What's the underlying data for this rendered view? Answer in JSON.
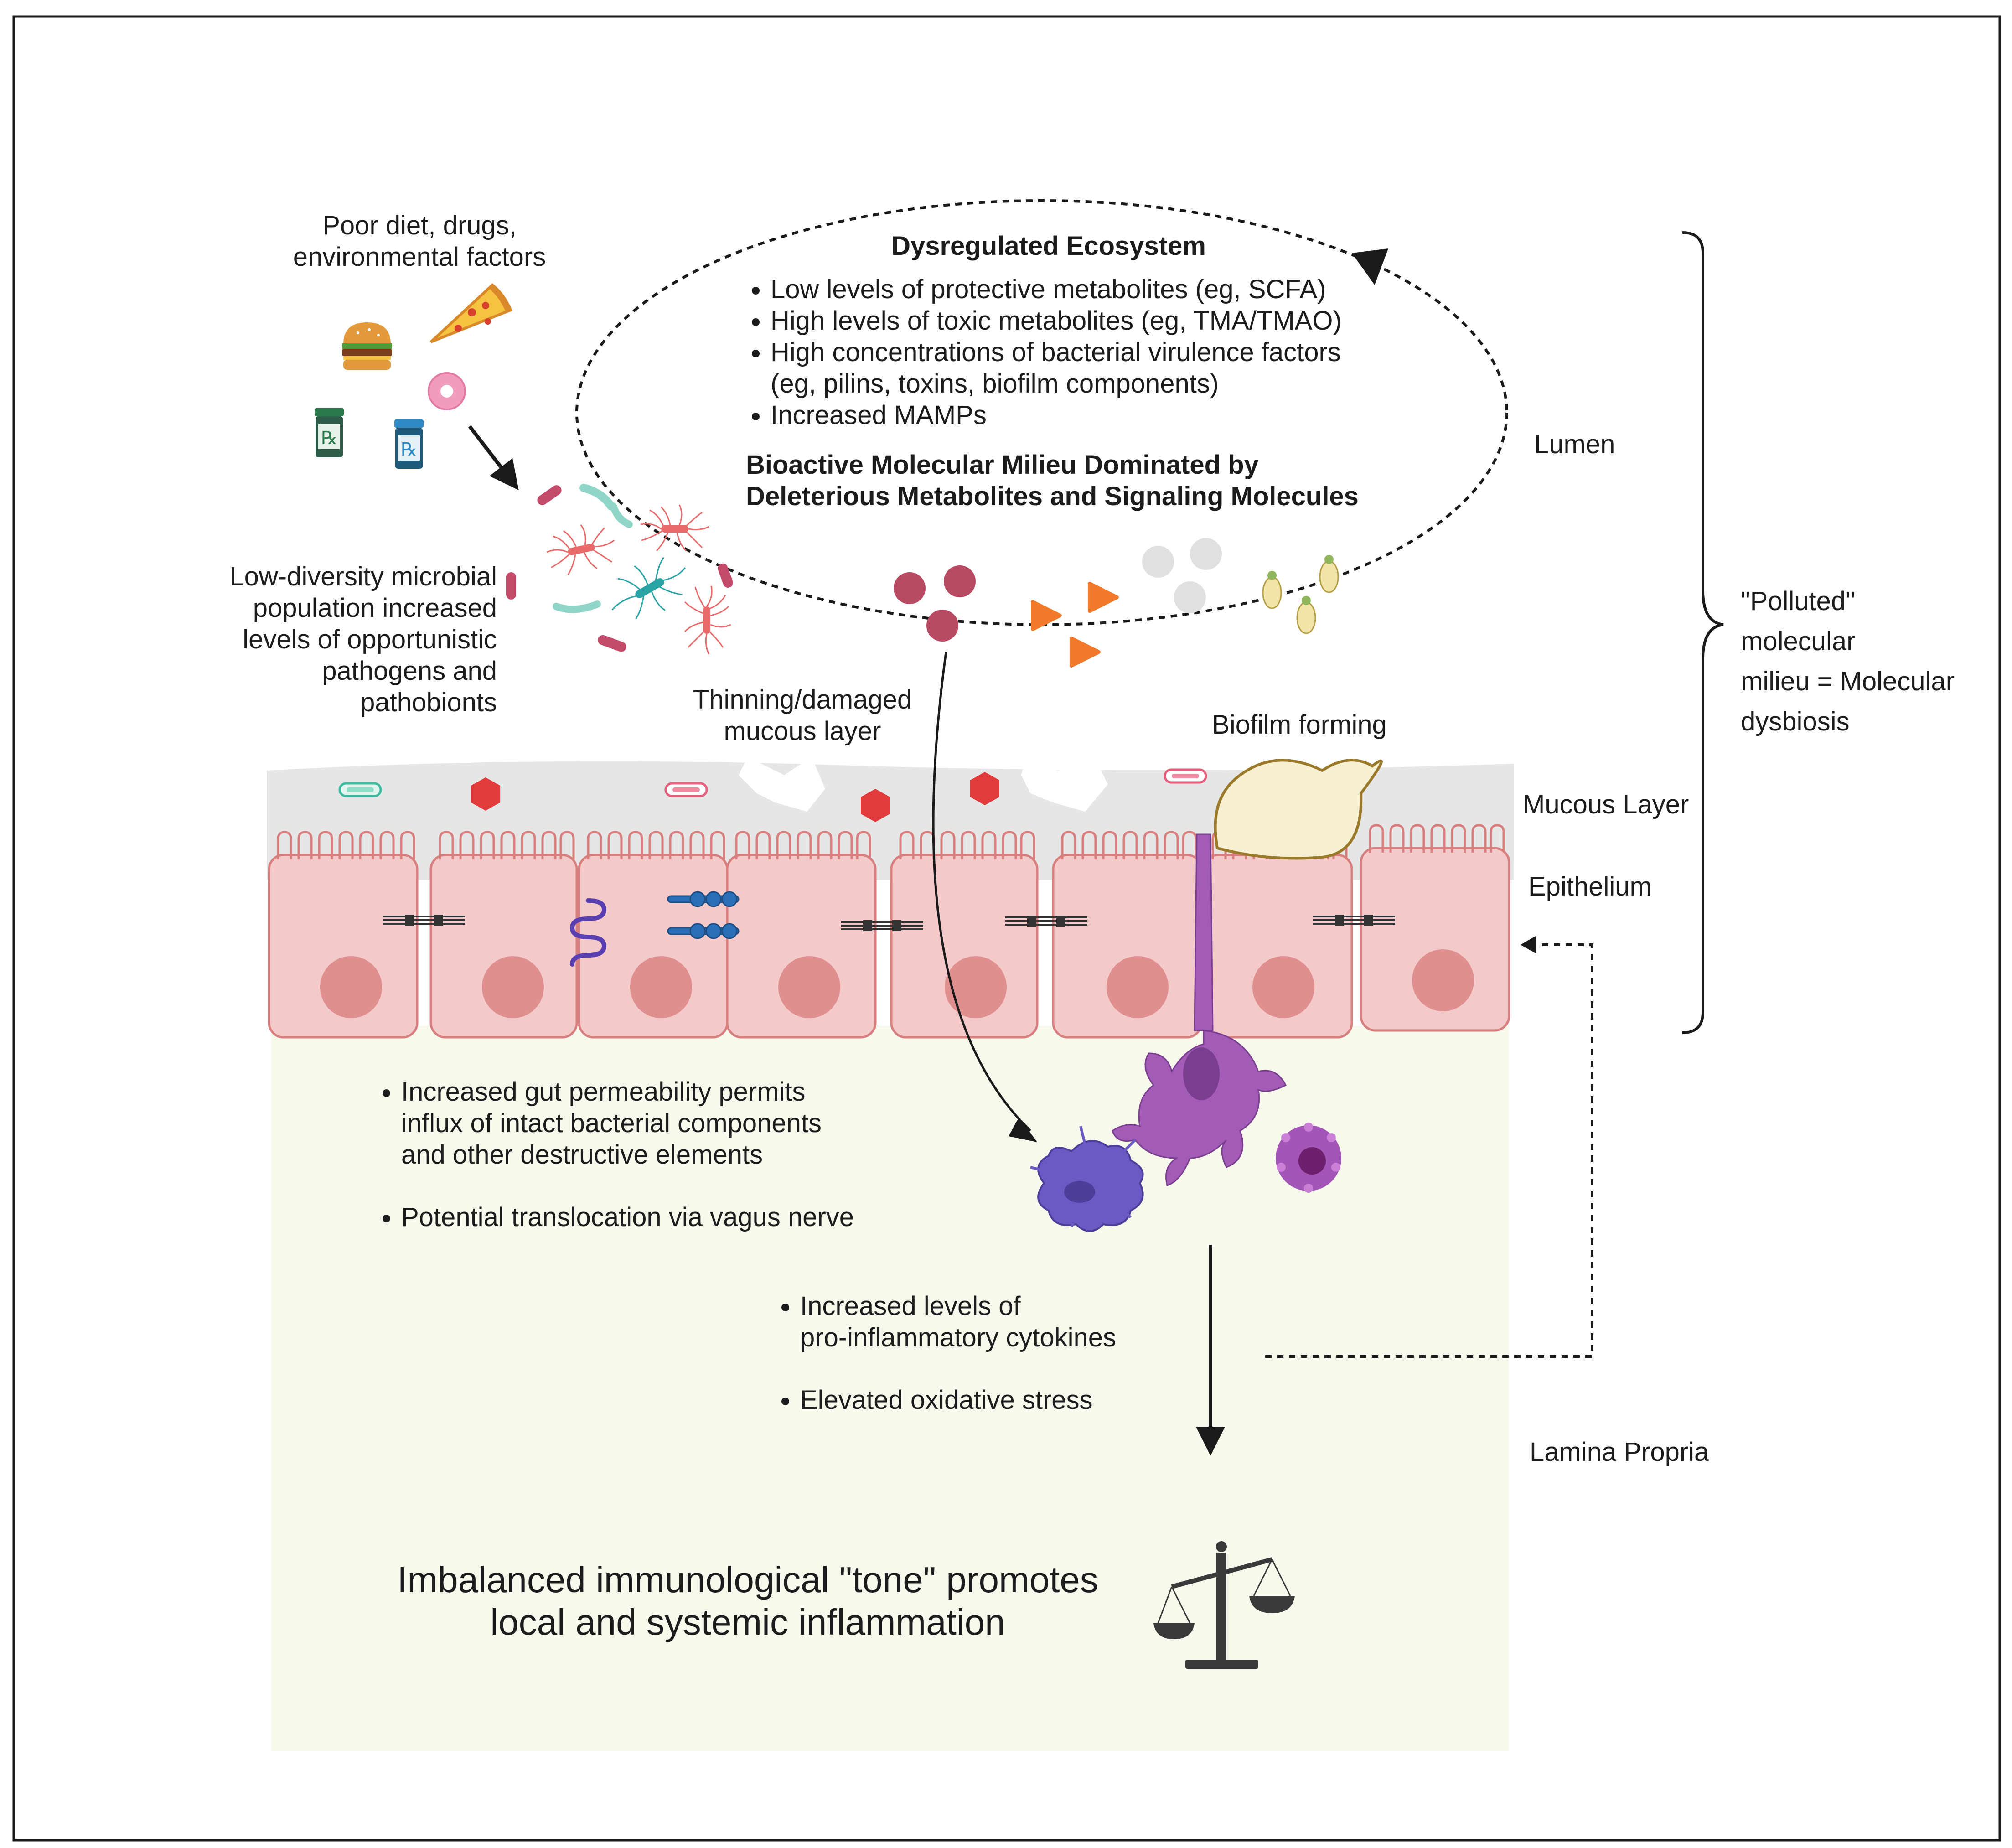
{
  "ecosystem": {
    "title": "Dysregulated Ecosystem",
    "bullets": [
      "Low levels of protective metabolites (eg, SCFA)",
      "High levels of toxic metabolites (eg, TMA/TMAO)",
      "High concentrations of bacterial virulence factors",
      "Increased MAMPs"
    ],
    "bullet3_cont": "(eg, pilins, toxins, biofilm components)",
    "subtitle_line1": "Bioactive Molecular Milieu Dominated by",
    "subtitle_line2": "Deleterious Metabolites and Signaling Molecules"
  },
  "labels": {
    "poor_diet_line1": "Poor diet, drugs,",
    "poor_diet_line2": "environmental factors",
    "low_diversity_lines": [
      "Low-diversity microbial",
      "population increased",
      "levels of opportunistic",
      "pathogens and",
      "pathobionts"
    ],
    "thinning_line1": "Thinning/damaged",
    "thinning_line2": "mucous layer",
    "biofilm": "Biofilm forming"
  },
  "layers": {
    "lumen": "Lumen",
    "mucous": "Mucous Layer",
    "epithelium": "Epithelium",
    "lamina": "Lamina Propria"
  },
  "polluted": {
    "lines": [
      "\"Polluted\"",
      "molecular",
      "milieu = Molecular",
      "dysbiosis"
    ]
  },
  "permeability": {
    "bullet1_line1": "Increased gut permeability permits",
    "bullet1_line2": "influx of intact bacterial components",
    "bullet1_line3": "and other destructive elements",
    "bullet2": "Potential translocation via vagus nerve"
  },
  "cytokines": {
    "bullet1_line1": "Increased levels of",
    "bullet1_line2": "pro-inflammatory cytokines",
    "bullet2": "Elevated oxidative stress"
  },
  "conclusion": {
    "line1": "Imbalanced immunological \"tone\" promotes",
    "line2": "local and systemic inflammation"
  },
  "icons": [
    "burger-icon",
    "pizza-icon",
    "donut-icon",
    "rx-bottle-icon",
    "bacteria-icon",
    "dendritic-cell-icon",
    "macrophage-icon",
    "neutrophil-icon",
    "scale-icon"
  ],
  "colors": {
    "epithelium": "#f4c9c9",
    "nucleus": "#e08f8f",
    "mucous": "#e6e6e6",
    "lamina": "#f8f8ec",
    "hexagon": "#e23b3b",
    "triangle": "#f07a2a",
    "metabolite": "#b94a63",
    "dendritic": "#a25cb8"
  }
}
